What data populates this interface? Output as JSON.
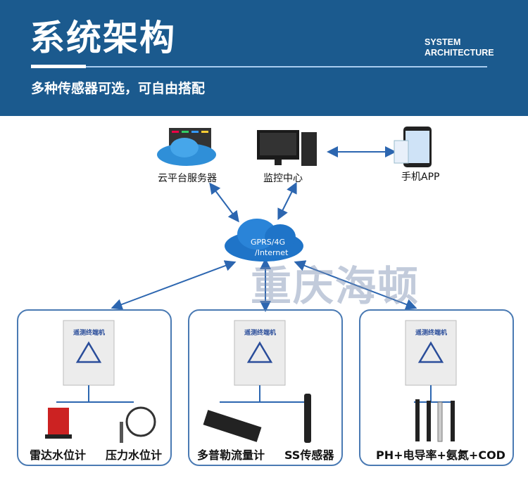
{
  "header": {
    "title": "系统架构",
    "subtitle": "多种传感器可选，可自由搭配",
    "en_line1": "SYSTEM",
    "en_line2": "ARCHITECTURE"
  },
  "nodes": {
    "cloud_server": "云平台服务器",
    "monitor": "监控中心",
    "app": "手机APP",
    "network": "GPRS/4G\n/Internet",
    "network_l1": "GPRS/4G",
    "network_l2": "/Internet"
  },
  "watermark": "重庆海顿",
  "terminal_label": "遥测终端机",
  "groups": [
    {
      "sensors": [
        "雷达水位计",
        "压力水位计"
      ]
    },
    {
      "sensors": [
        "多普勒流量计",
        "SS传感器"
      ]
    },
    {
      "sensors": [
        "PH+电导率+氨氮+COD"
      ]
    }
  ]
}
